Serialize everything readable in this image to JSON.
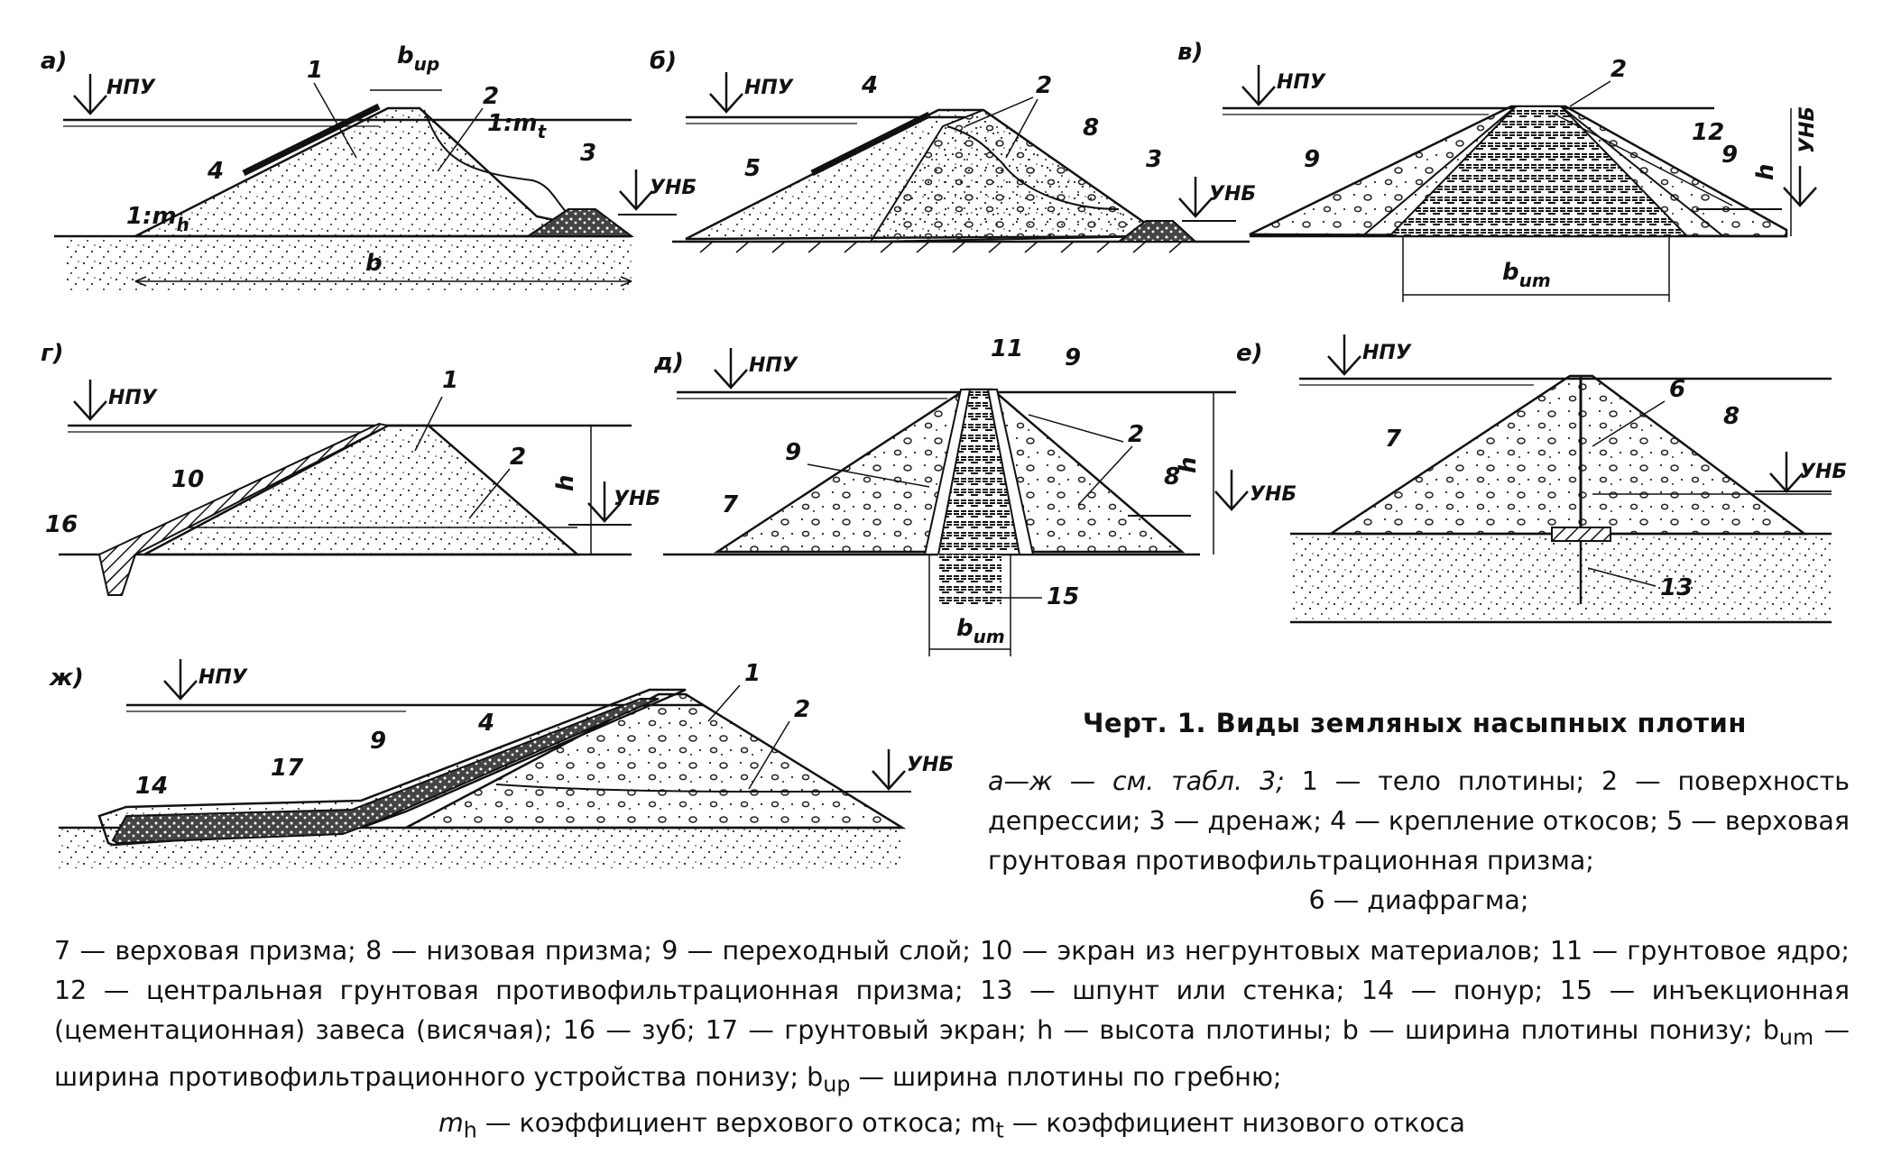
{
  "panels": {
    "a": {
      "tag": "а)",
      "npu": "НПУ",
      "unb": "УНБ",
      "num1": "1",
      "num2": "2",
      "num3": "3",
      "num4": "4",
      "b": "b",
      "bup": "b",
      "bup_sub": "up",
      "mh": "1:m",
      "mh_sub": "h",
      "mt": "1:m",
      "mt_sub": "t"
    },
    "b": {
      "tag": "б)",
      "npu": "НПУ",
      "unb": "УНБ",
      "num2": "2",
      "num3": "3",
      "num4": "4",
      "num5": "5",
      "num8": "8"
    },
    "v": {
      "tag": "в)",
      "npu": "НПУ",
      "unb": "УНБ",
      "num2": "2",
      "num9a": "9",
      "num9b": "9",
      "num12": "12",
      "h": "h",
      "bum": "b",
      "bum_sub": "um"
    },
    "g": {
      "tag": "г)",
      "npu": "НПУ",
      "unb": "УНБ",
      "num1": "1",
      "num2": "2",
      "num10": "10",
      "num16": "16",
      "h": "h"
    },
    "d": {
      "tag": "д)",
      "npu": "НПУ",
      "unb": "УНБ",
      "num11": "11",
      "num9": "9",
      "num9b": "9",
      "num2": "2",
      "num7": "7",
      "num8": "8",
      "num15": "15",
      "h": "h",
      "bum": "b",
      "bum_sub": "um"
    },
    "e": {
      "tag": "е)",
      "npu": "НПУ",
      "unb": "УНБ",
      "num6": "6",
      "num7": "7",
      "num8": "8",
      "num13": "13"
    },
    "zh": {
      "tag": "ж)",
      "npu": "НПУ",
      "unb": "УНБ",
      "num1": "1",
      "num2": "2",
      "num4": "4",
      "num9": "9",
      "num14": "14",
      "num17": "17"
    }
  },
  "caption": {
    "title": "Черт. 1. Виды земляных насыпных плотин",
    "r1a": "а—ж — см. табл. 3;",
    "r1b": " 1 — тело плотины; 2 — поверхность депрессии; 3 — дренаж; 4 — крепление откосов; 5 — верховая грунтовая противофильтрационная призма;",
    "r2": "6 — диафрагма;",
    "b1": "7 — верховая призма; 8 — низовая призма; 9 — переходный слой; 10 — экран из негрунтовых материалов; 11 — грунтовое ядро; 12 — центральная грунтовая противофильтрационная призма; 13 — шпунт или стенка; 14 — понур; 15 — инъекционная (цементационная) завеса (висячая); 16 — зуб; 17 — грунтовый экран; h — высота плотины; b — ширина плотины понизу; b",
    "b1sub": "um",
    "b2": " — ширина противофильтрационного устройства понизу; b",
    "b2sub": "up",
    "b3": " — ширина плотины по гребню;",
    "last_a": "m",
    "last_a_sub": "h",
    "last_b": " — коэффициент верхового откоса; m",
    "last_b_sub": "t",
    "last_c": " — коэффициент низового откоса"
  }
}
